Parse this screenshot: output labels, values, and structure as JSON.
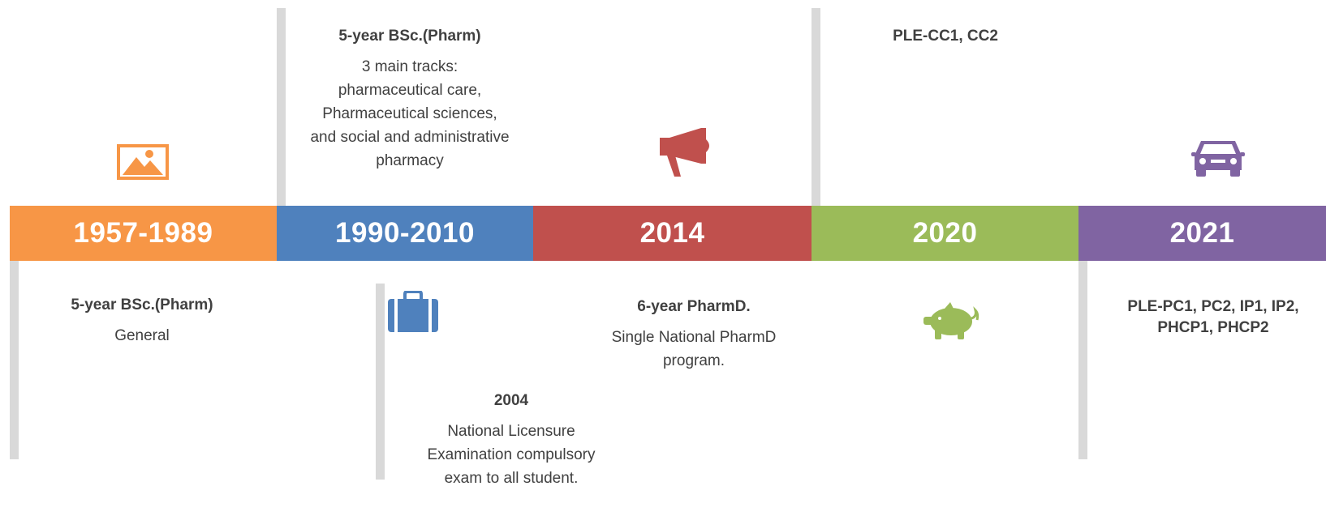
{
  "colors": {
    "orange": "#f79646",
    "blue": "#4f81bd",
    "red": "#c0504d",
    "green": "#9bbb59",
    "purple": "#8064a2",
    "connector": "#d9d9d9"
  },
  "periods": [
    {
      "year": "1957-1989",
      "icon": "image-icon",
      "heading": "5-year BSc.(Pharm)",
      "text": "General"
    },
    {
      "year": "1990-2010",
      "icon": "briefcase-icon",
      "heading": "5-year BSc.(Pharm)",
      "text": "3 main tracks: pharmaceutical care, Pharmaceutical sciences, and social and administrative pharmacy",
      "sub_heading": "2004",
      "sub_text": "National Licensure Examination compulsory exam to all student."
    },
    {
      "year": "2014",
      "icon": "megaphone-icon",
      "heading": "6-year PharmD.",
      "text": "Single National PharmD program."
    },
    {
      "year": "2020",
      "icon": "piggy-bank-icon",
      "heading": "PLE-CC1, CC2"
    },
    {
      "year": "2021",
      "icon": "car-icon",
      "heading": "PLE-PC1, PC2, IP1, IP2, PHCP1, PHCP2"
    }
  ]
}
